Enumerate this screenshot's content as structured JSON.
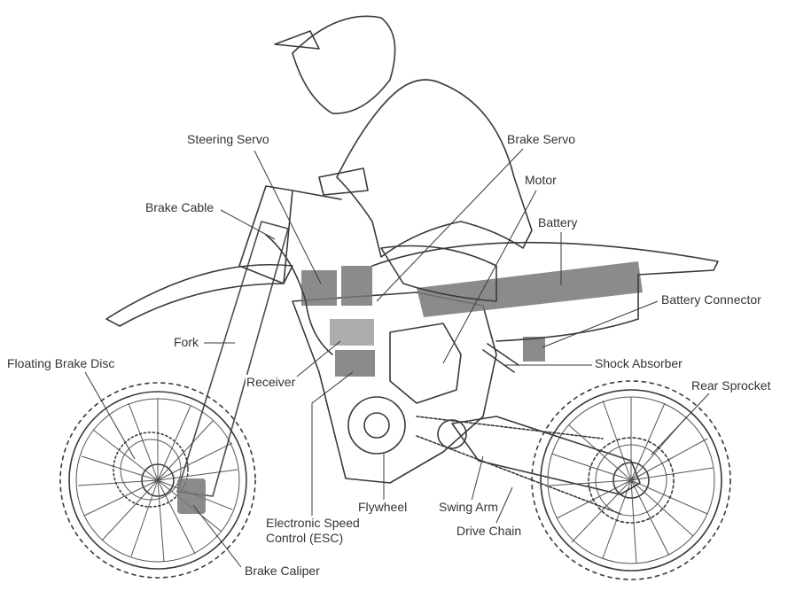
{
  "diagram": {
    "labels": {
      "steering_servo": "Steering Servo",
      "brake_servo": "Brake Servo",
      "motor": "Motor",
      "brake_cable": "Brake Cable",
      "battery": "Battery",
      "battery_connector": "Battery Connector",
      "fork": "Fork",
      "floating_brake_disc": "Floating Brake Disc",
      "receiver": "Receiver",
      "shock_absorber": "Shock Absorber",
      "rear_sprocket": "Rear Sprocket",
      "esc_line1": "Electronic Speed",
      "esc_line2": "Control (ESC)",
      "flywheel": "Flywheel",
      "swing_arm": "Swing Arm",
      "drive_chain": "Drive Chain",
      "brake_caliper": "Brake Caliper"
    },
    "colors": {
      "line_art": "#3a3a3a",
      "highlighted_parts": "#777777",
      "label_text": "#333333"
    }
  }
}
